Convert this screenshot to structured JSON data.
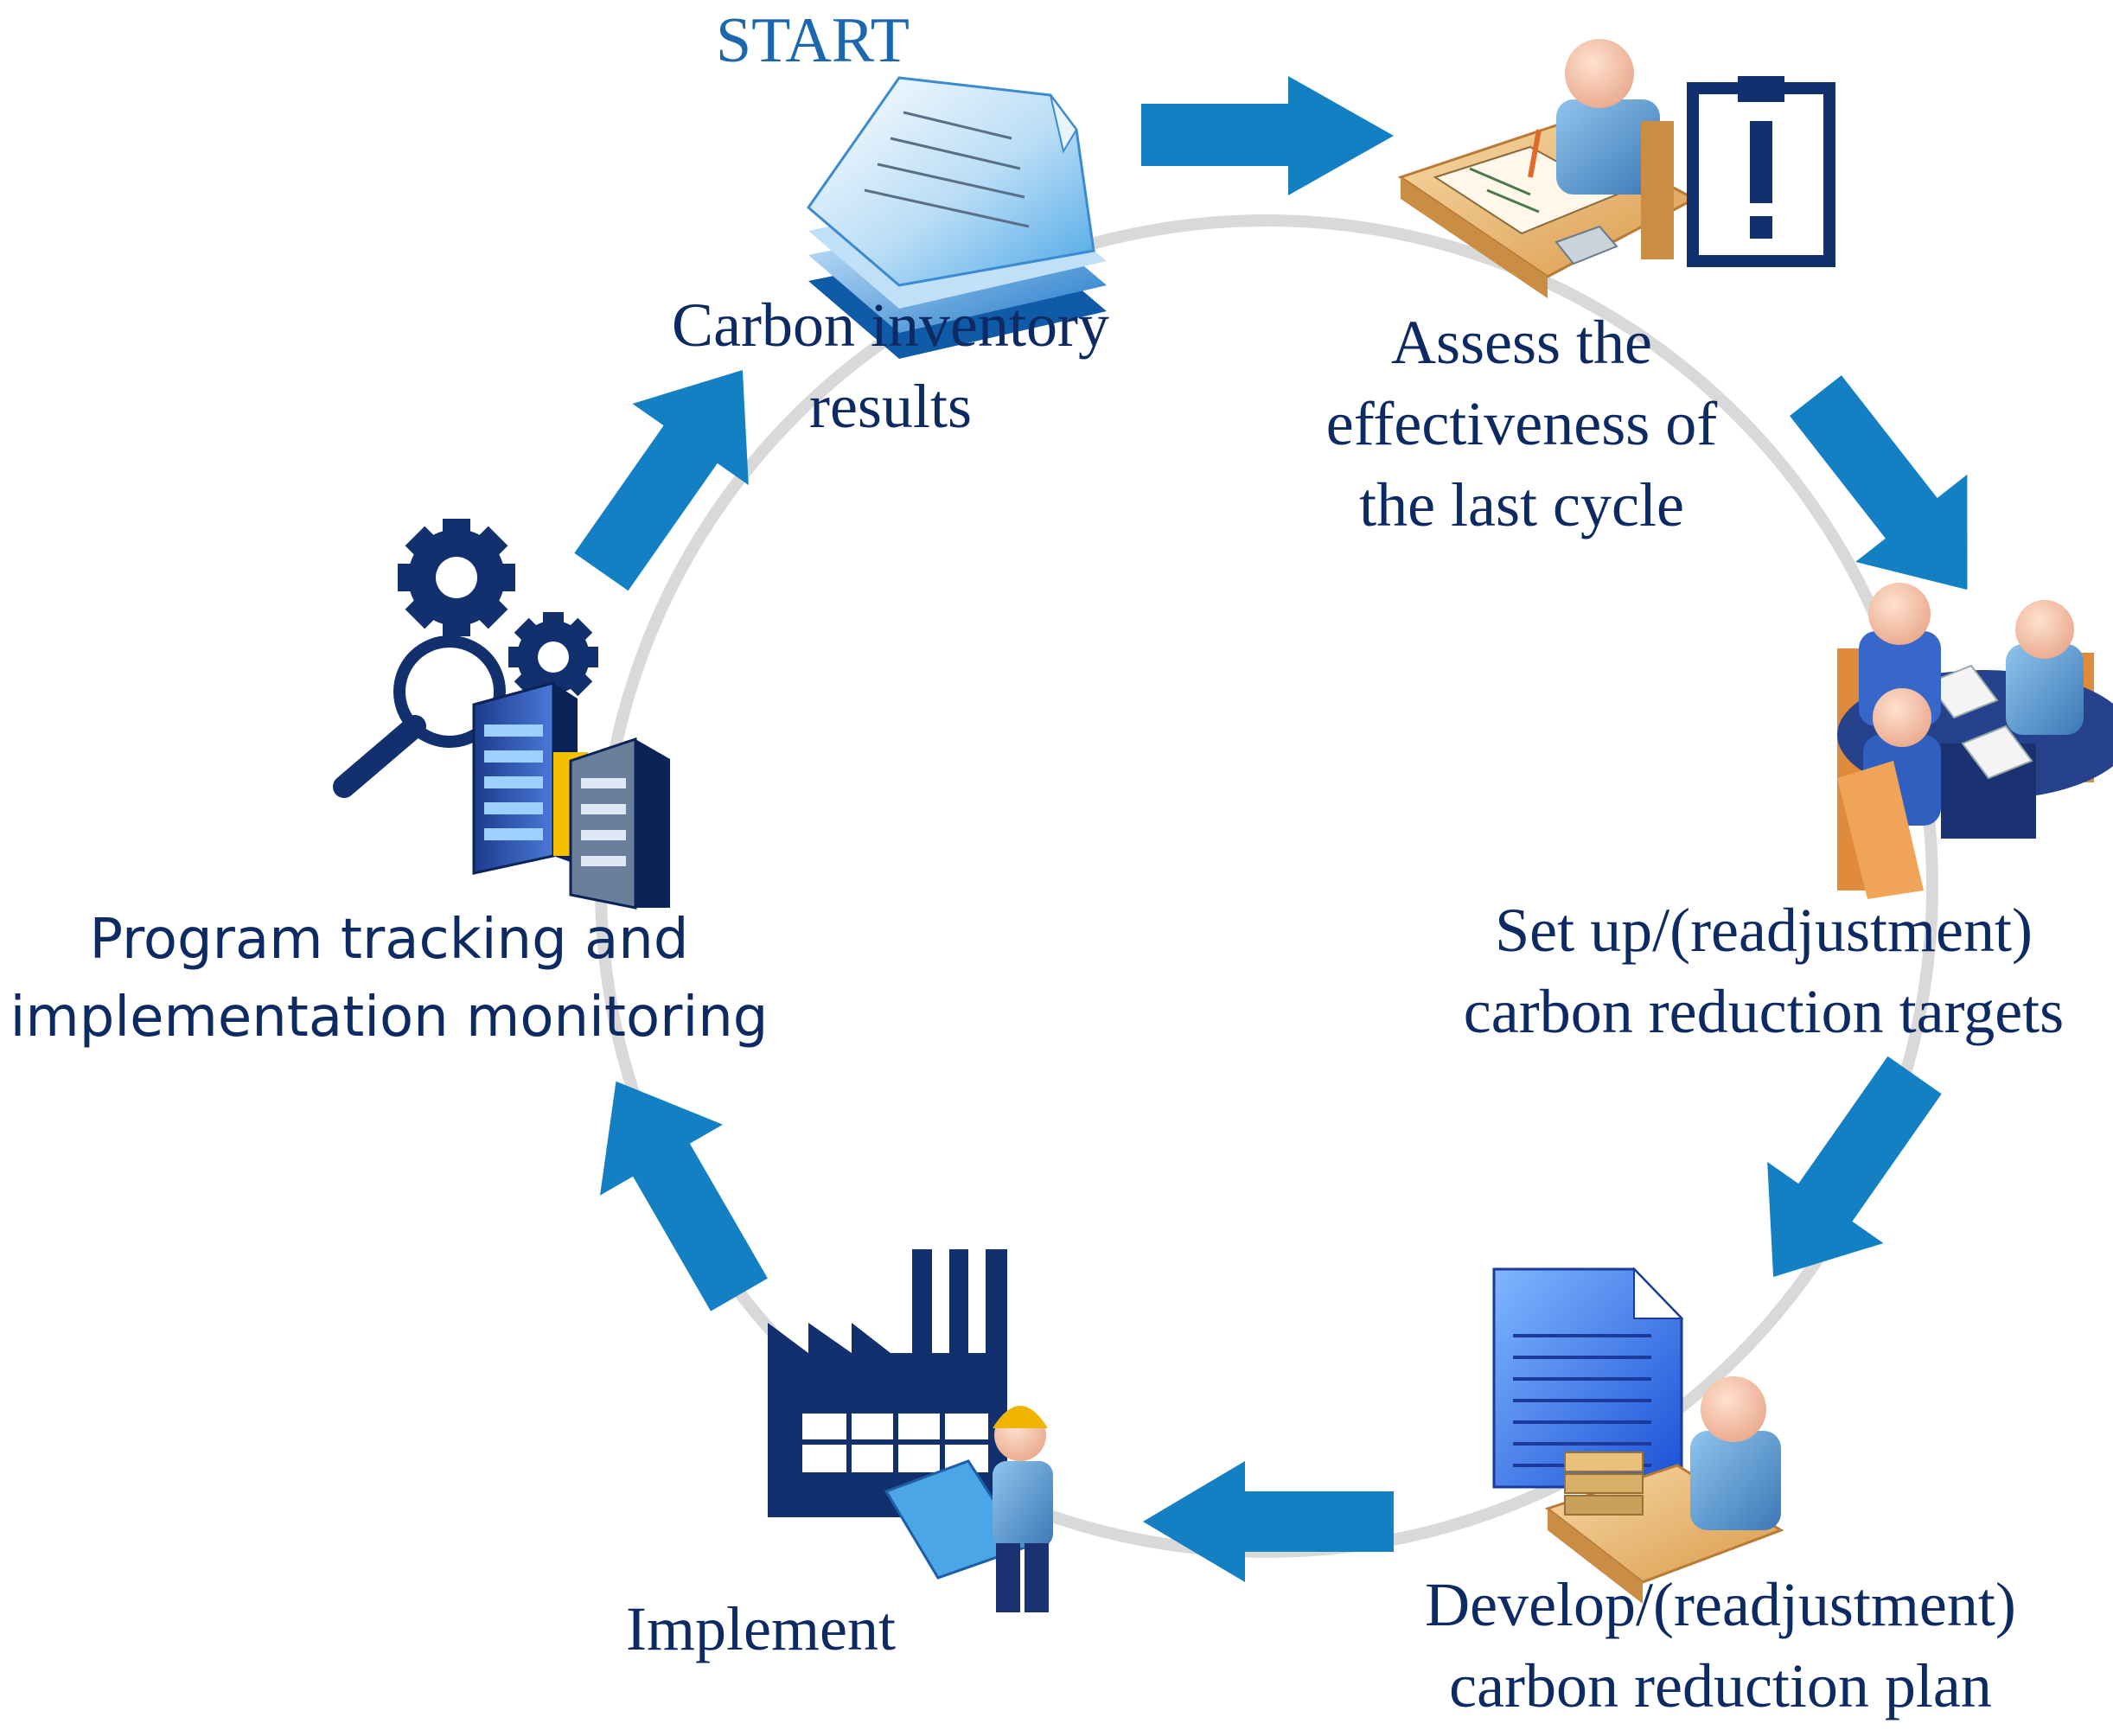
{
  "start_label": "START",
  "steps": [
    {
      "lines": [
        "Carbon inventory",
        "results"
      ],
      "icon": "document-stack-icon"
    },
    {
      "lines": [
        "Assess the",
        "effectiveness of",
        "the last cycle"
      ],
      "icon": "person-at-desk-icon"
    },
    {
      "lines": [
        "Set up/(readjustment)",
        "carbon reduction targets"
      ],
      "icon": "meeting-table-icon"
    },
    {
      "lines": [
        "Develop/(readjustment)",
        "carbon reduction plan"
      ],
      "icon": "planning-document-icon"
    },
    {
      "lines": [
        "Implement"
      ],
      "icon": "factory-worker-icon"
    },
    {
      "lines": [
        "Program tracking and",
        "implementation monitoring"
      ],
      "icon": "gears-servers-icon"
    }
  ],
  "colors": {
    "ring": "#d9d9d9",
    "arrow": "#1480c4",
    "label": "#0e2a63",
    "start": "#1c67ad",
    "navy": "#12306e"
  }
}
